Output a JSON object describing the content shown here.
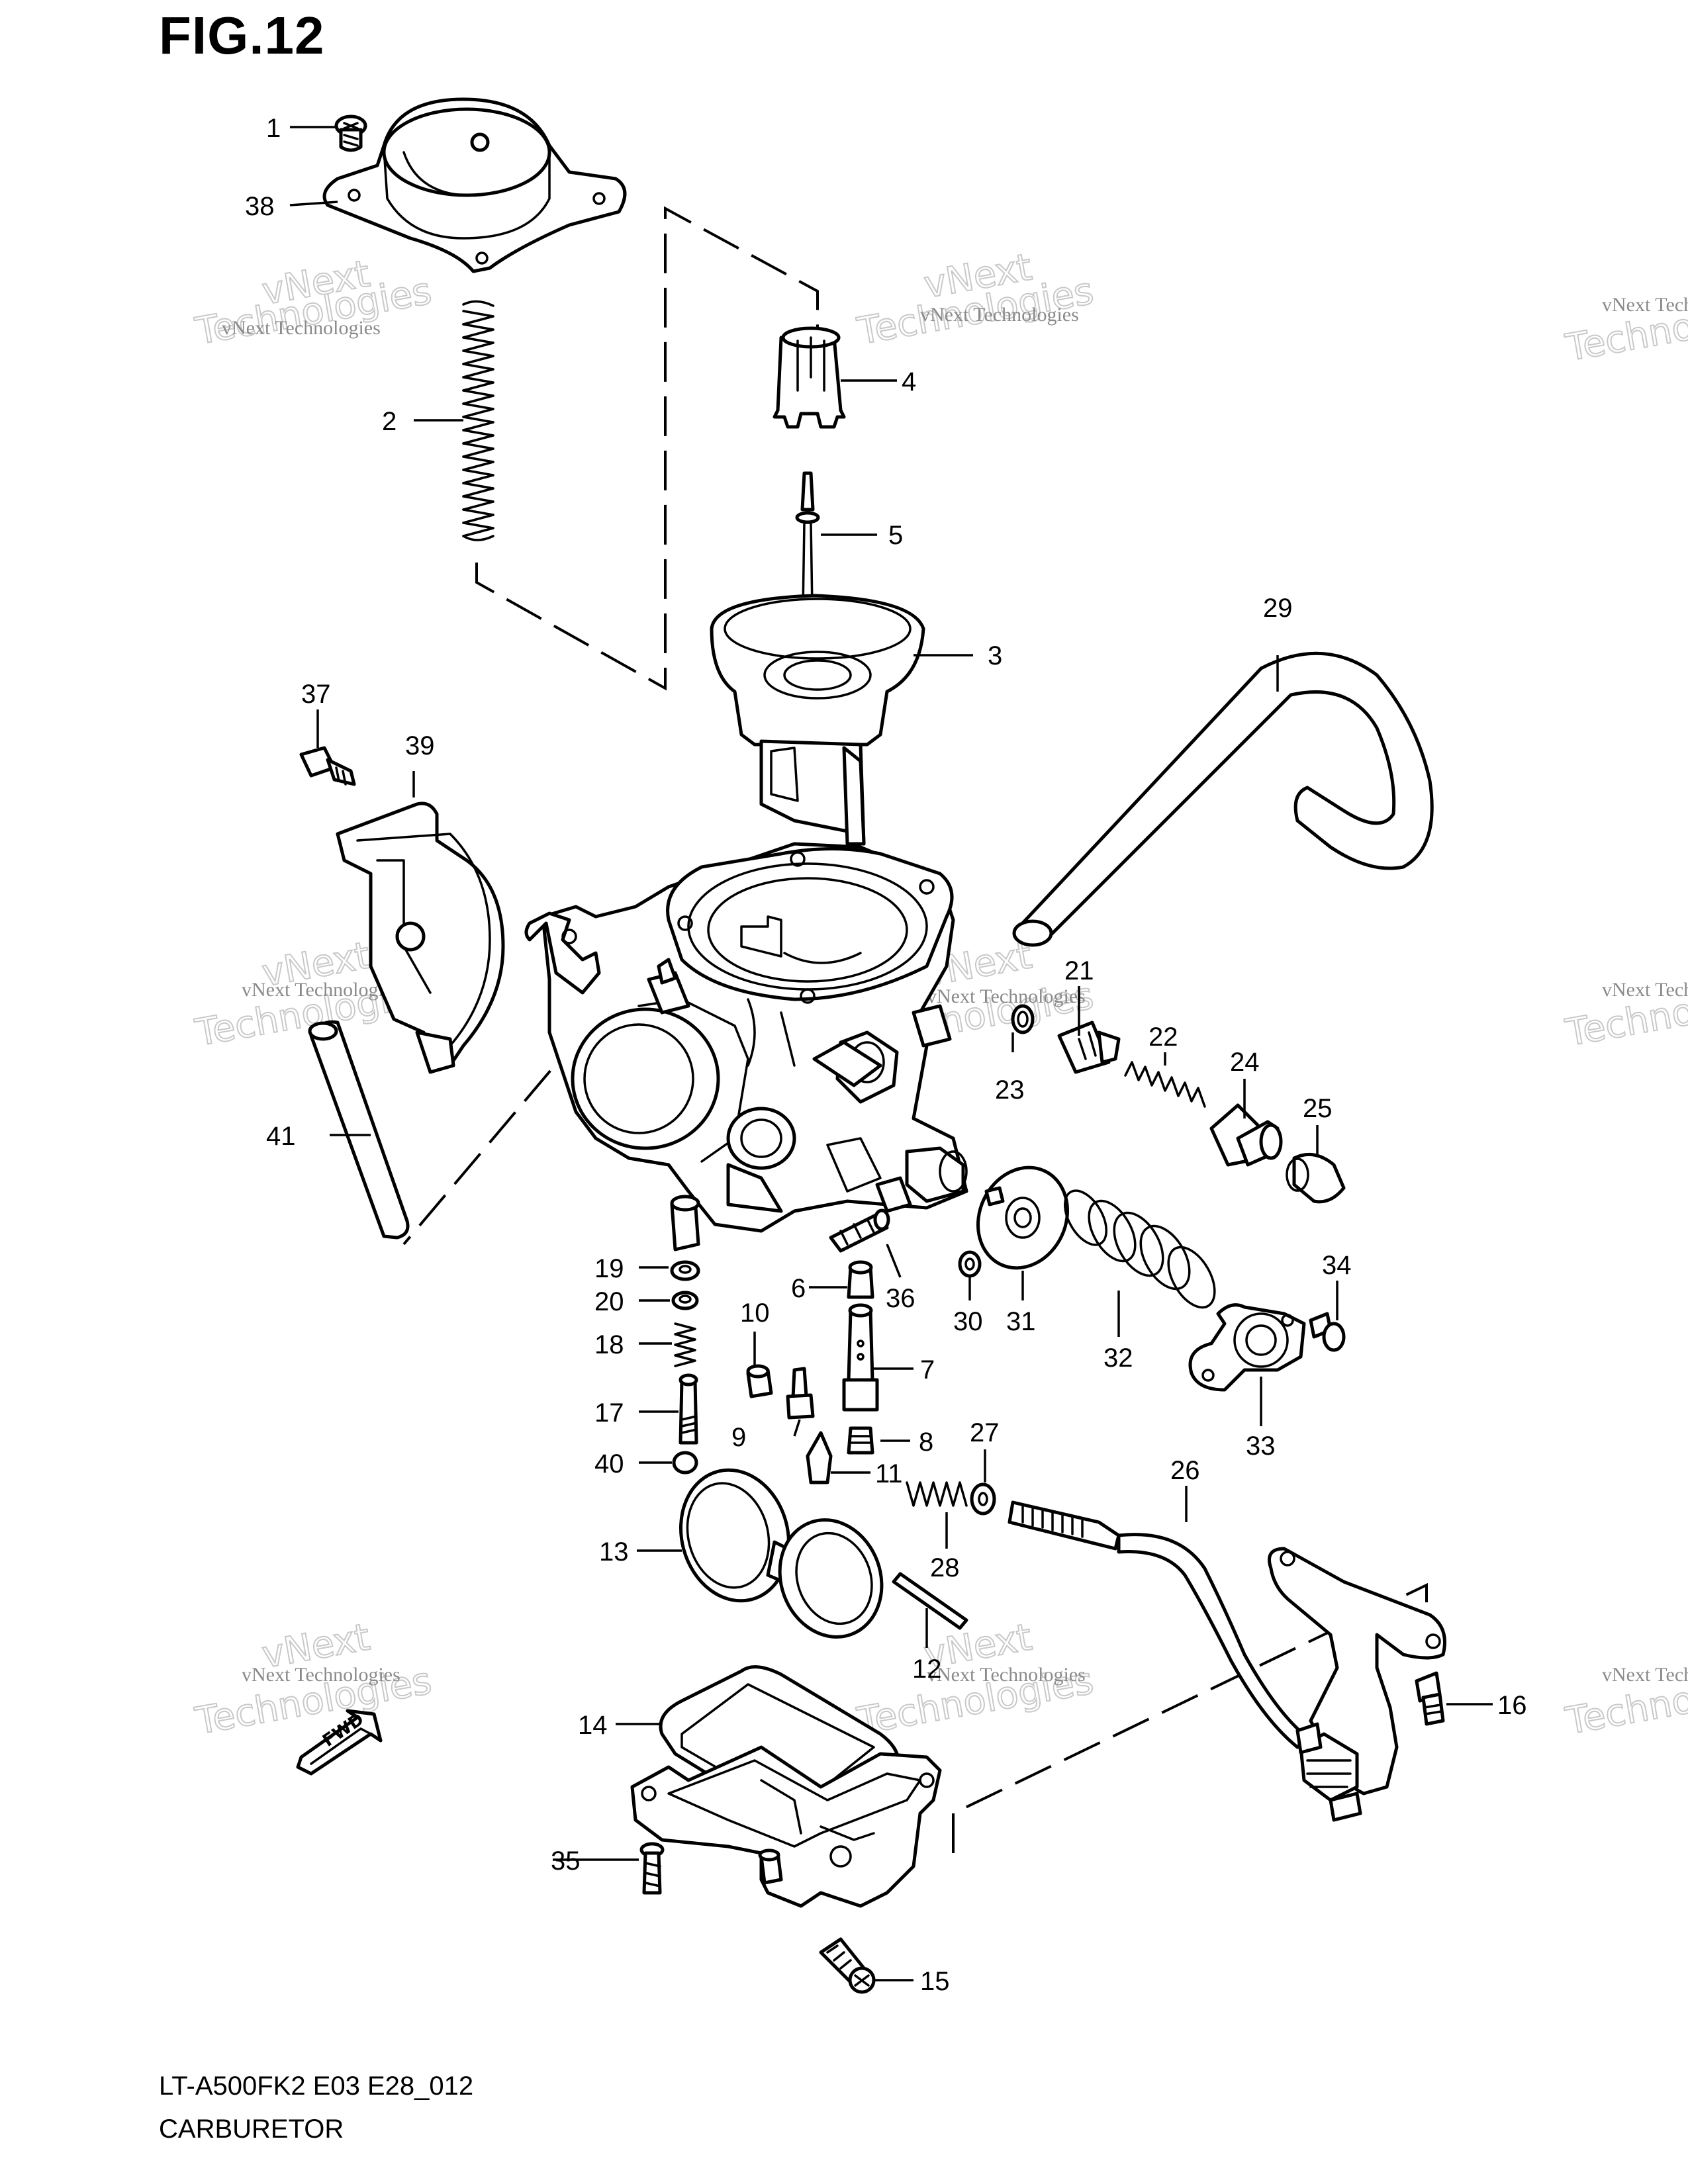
{
  "figure": {
    "title": "FIG.12",
    "model_code": "LT-A500FK2 E03 E28_012",
    "assembly_name": "CARBURETOR"
  },
  "watermark": {
    "line1": "vNext Technologies",
    "line2": "vNext",
    "line3": "Technologies"
  },
  "fwd_label": "FWD",
  "callouts": [
    "1",
    "2",
    "3",
    "4",
    "5",
    "6",
    "7",
    "8",
    "9",
    "10",
    "11",
    "12",
    "13",
    "14",
    "15",
    "16",
    "17",
    "18",
    "19",
    "20",
    "21",
    "22",
    "23",
    "24",
    "25",
    "26",
    "27",
    "28",
    "29",
    "30",
    "31",
    "32",
    "33",
    "34",
    "35",
    "36",
    "37",
    "38",
    "39",
    "40",
    "41"
  ],
  "colors": {
    "line": "#000000",
    "background": "#ffffff",
    "watermark": "#8a8a8a"
  }
}
